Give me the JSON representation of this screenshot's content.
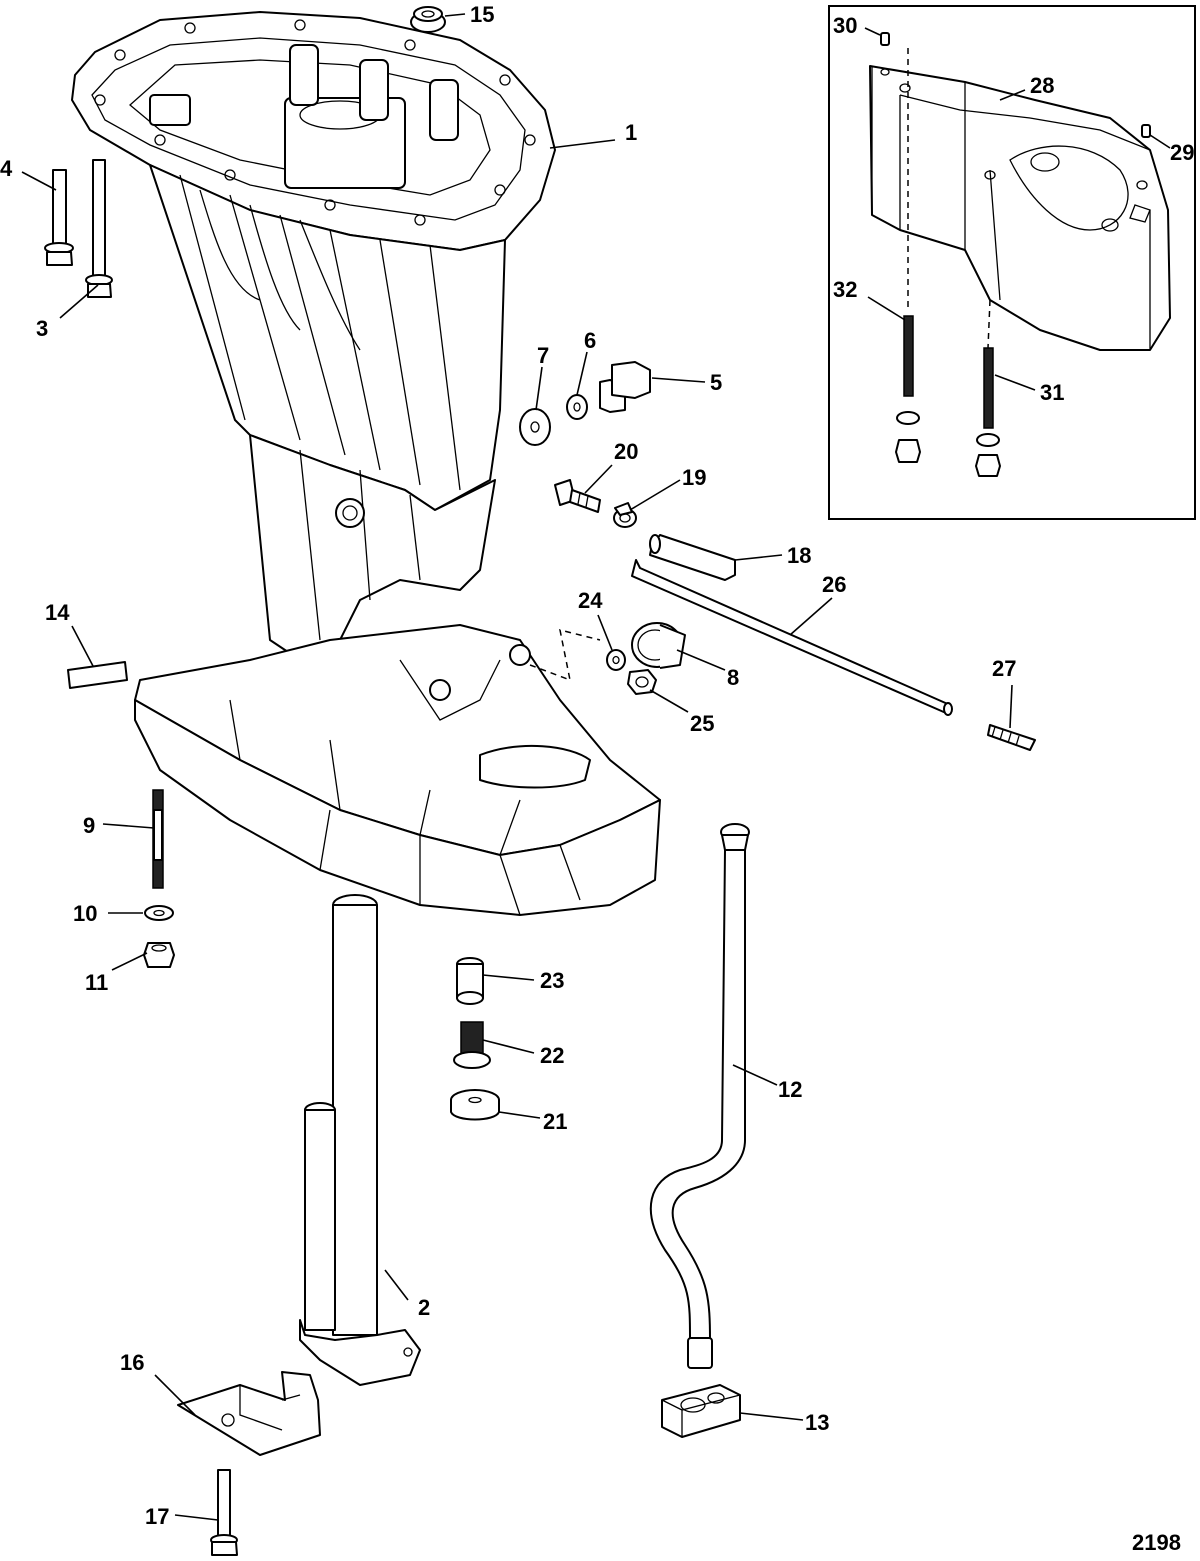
{
  "figure_number": "2198",
  "callouts": [
    {
      "id": "c1",
      "text": "1"
    },
    {
      "id": "c2",
      "text": "2"
    },
    {
      "id": "c3",
      "text": "3"
    },
    {
      "id": "c4",
      "text": "4"
    },
    {
      "id": "c5",
      "text": "5"
    },
    {
      "id": "c6",
      "text": "6"
    },
    {
      "id": "c7",
      "text": "7"
    },
    {
      "id": "c8",
      "text": "8"
    },
    {
      "id": "c9",
      "text": "9"
    },
    {
      "id": "c10",
      "text": "10"
    },
    {
      "id": "c11",
      "text": "11"
    },
    {
      "id": "c12",
      "text": "12"
    },
    {
      "id": "c13",
      "text": "13"
    },
    {
      "id": "c14",
      "text": "14"
    },
    {
      "id": "c15",
      "text": "15"
    },
    {
      "id": "c16",
      "text": "16"
    },
    {
      "id": "c17",
      "text": "17"
    },
    {
      "id": "c18",
      "text": "18"
    },
    {
      "id": "c19",
      "text": "19"
    },
    {
      "id": "c20",
      "text": "20"
    },
    {
      "id": "c21",
      "text": "21"
    },
    {
      "id": "c22",
      "text": "22"
    },
    {
      "id": "c23",
      "text": "23"
    },
    {
      "id": "c24",
      "text": "24"
    },
    {
      "id": "c25",
      "text": "25"
    },
    {
      "id": "c26",
      "text": "26"
    },
    {
      "id": "c27",
      "text": "27"
    },
    {
      "id": "c28",
      "text": "28"
    },
    {
      "id": "c29",
      "text": "29"
    },
    {
      "id": "c30",
      "text": "30"
    },
    {
      "id": "c31",
      "text": "31"
    },
    {
      "id": "c32",
      "text": "32"
    }
  ]
}
